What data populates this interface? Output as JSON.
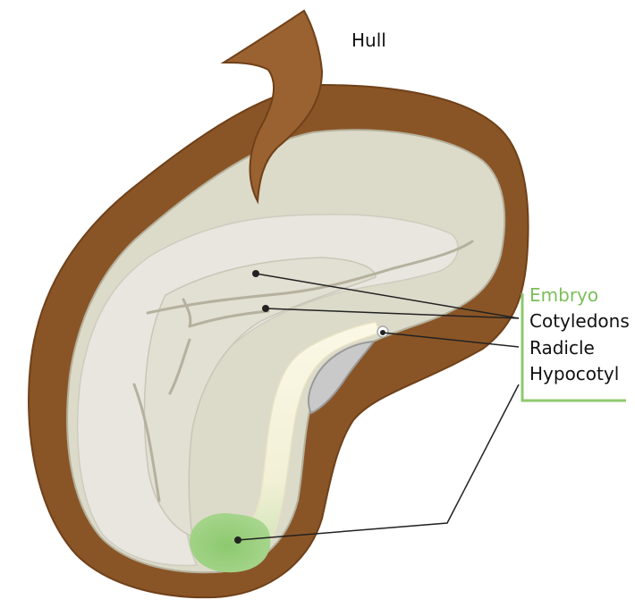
{
  "labels": {
    "hull": "Hull",
    "embryo": "Embryo",
    "cotyledons": "Cotyledons",
    "radicle": "Radicle",
    "hypocotyl": "Hypocotyl"
  },
  "colors": {
    "hull": "#8a5526",
    "hull_dark": "#6f4019",
    "interior": "#dcdac9",
    "cotyledon": "#e9e6e0",
    "vein": "#b5b19e",
    "radicle_cap": "#c9c9c9",
    "hypocotyl": "#f6f3dc",
    "embryo_tip": "#8dc96f",
    "embryo_accent": "#8dc96f",
    "leader": "#222222"
  }
}
